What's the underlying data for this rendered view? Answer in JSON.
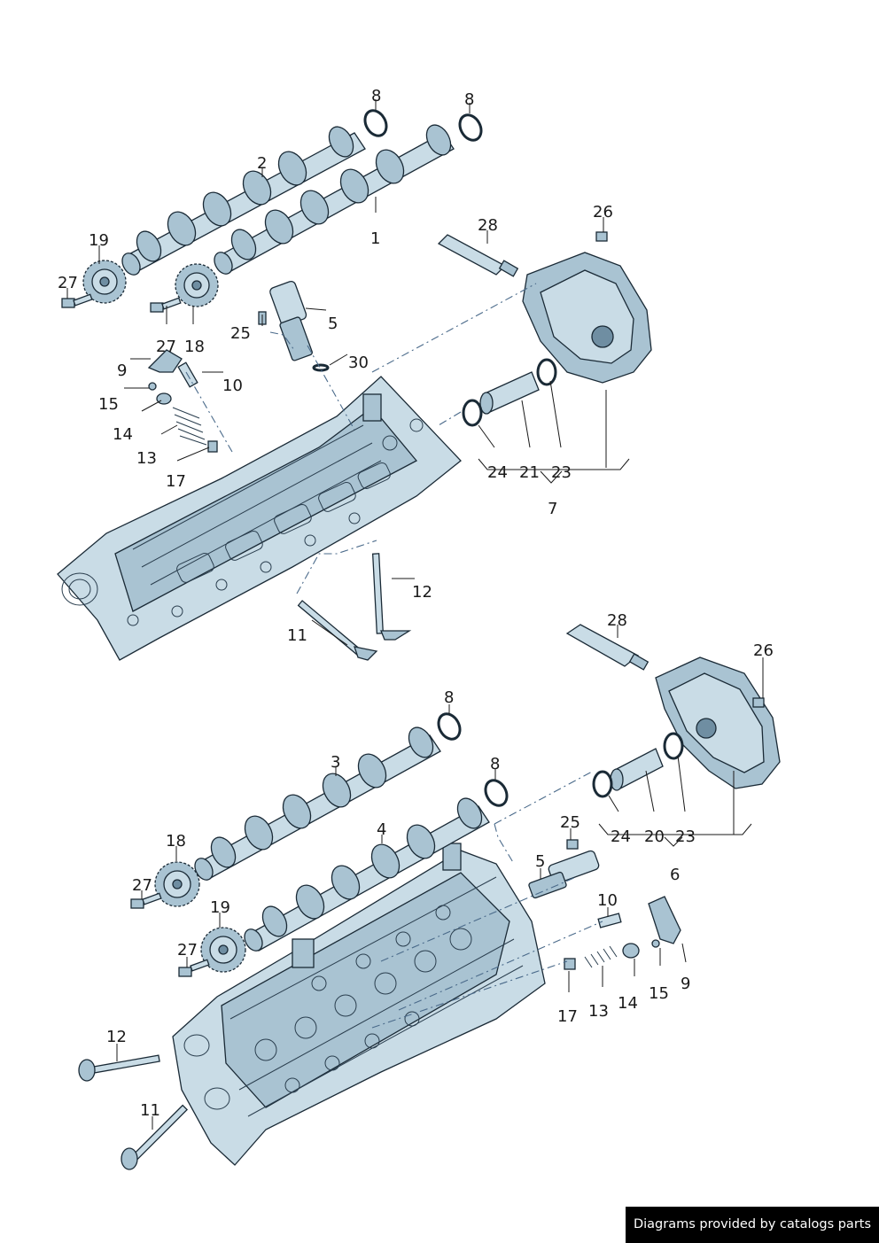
{
  "callouts": {
    "upper": {
      "c8a": "8",
      "c8b": "8",
      "c2": "2",
      "c1": "1",
      "c19": "19",
      "c27a": "27",
      "c28": "28",
      "c26": "26",
      "c5": "5",
      "c25": "25",
      "c27b": "27",
      "c18": "18",
      "c9": "9",
      "c10": "10",
      "c30": "30",
      "c15": "15",
      "c14": "14",
      "c13": "13",
      "c17": "17",
      "c24": "24",
      "c21": "21",
      "c23": "23",
      "c7": "7",
      "c12": "12",
      "c11": "11"
    },
    "lower": {
      "c28": "28",
      "c26": "26",
      "c8a": "8",
      "c3": "3",
      "c8b": "8",
      "c4": "4",
      "c18": "18",
      "c27a": "27",
      "c19": "19",
      "c27b": "27",
      "c24": "24",
      "c20": "20",
      "c23": "23",
      "c25": "25",
      "c5": "5",
      "c6": "6",
      "c10": "10",
      "c9": "9",
      "c17": "17",
      "c13": "13",
      "c14": "14",
      "c15": "15",
      "c12": "12",
      "c11": "11"
    }
  },
  "footer": {
    "credit": "Diagrams provided by catalogs parts"
  },
  "colors": {
    "part_fill": "#c9dce6",
    "part_shade": "#a9c3d2",
    "outline": "#1a2a36",
    "banner_bg": "#000000"
  },
  "icons": {
    "camshaft": "camshaft-icon",
    "head": "cylinder-head-icon",
    "cover": "cover-icon",
    "valve": "valve-icon"
  }
}
